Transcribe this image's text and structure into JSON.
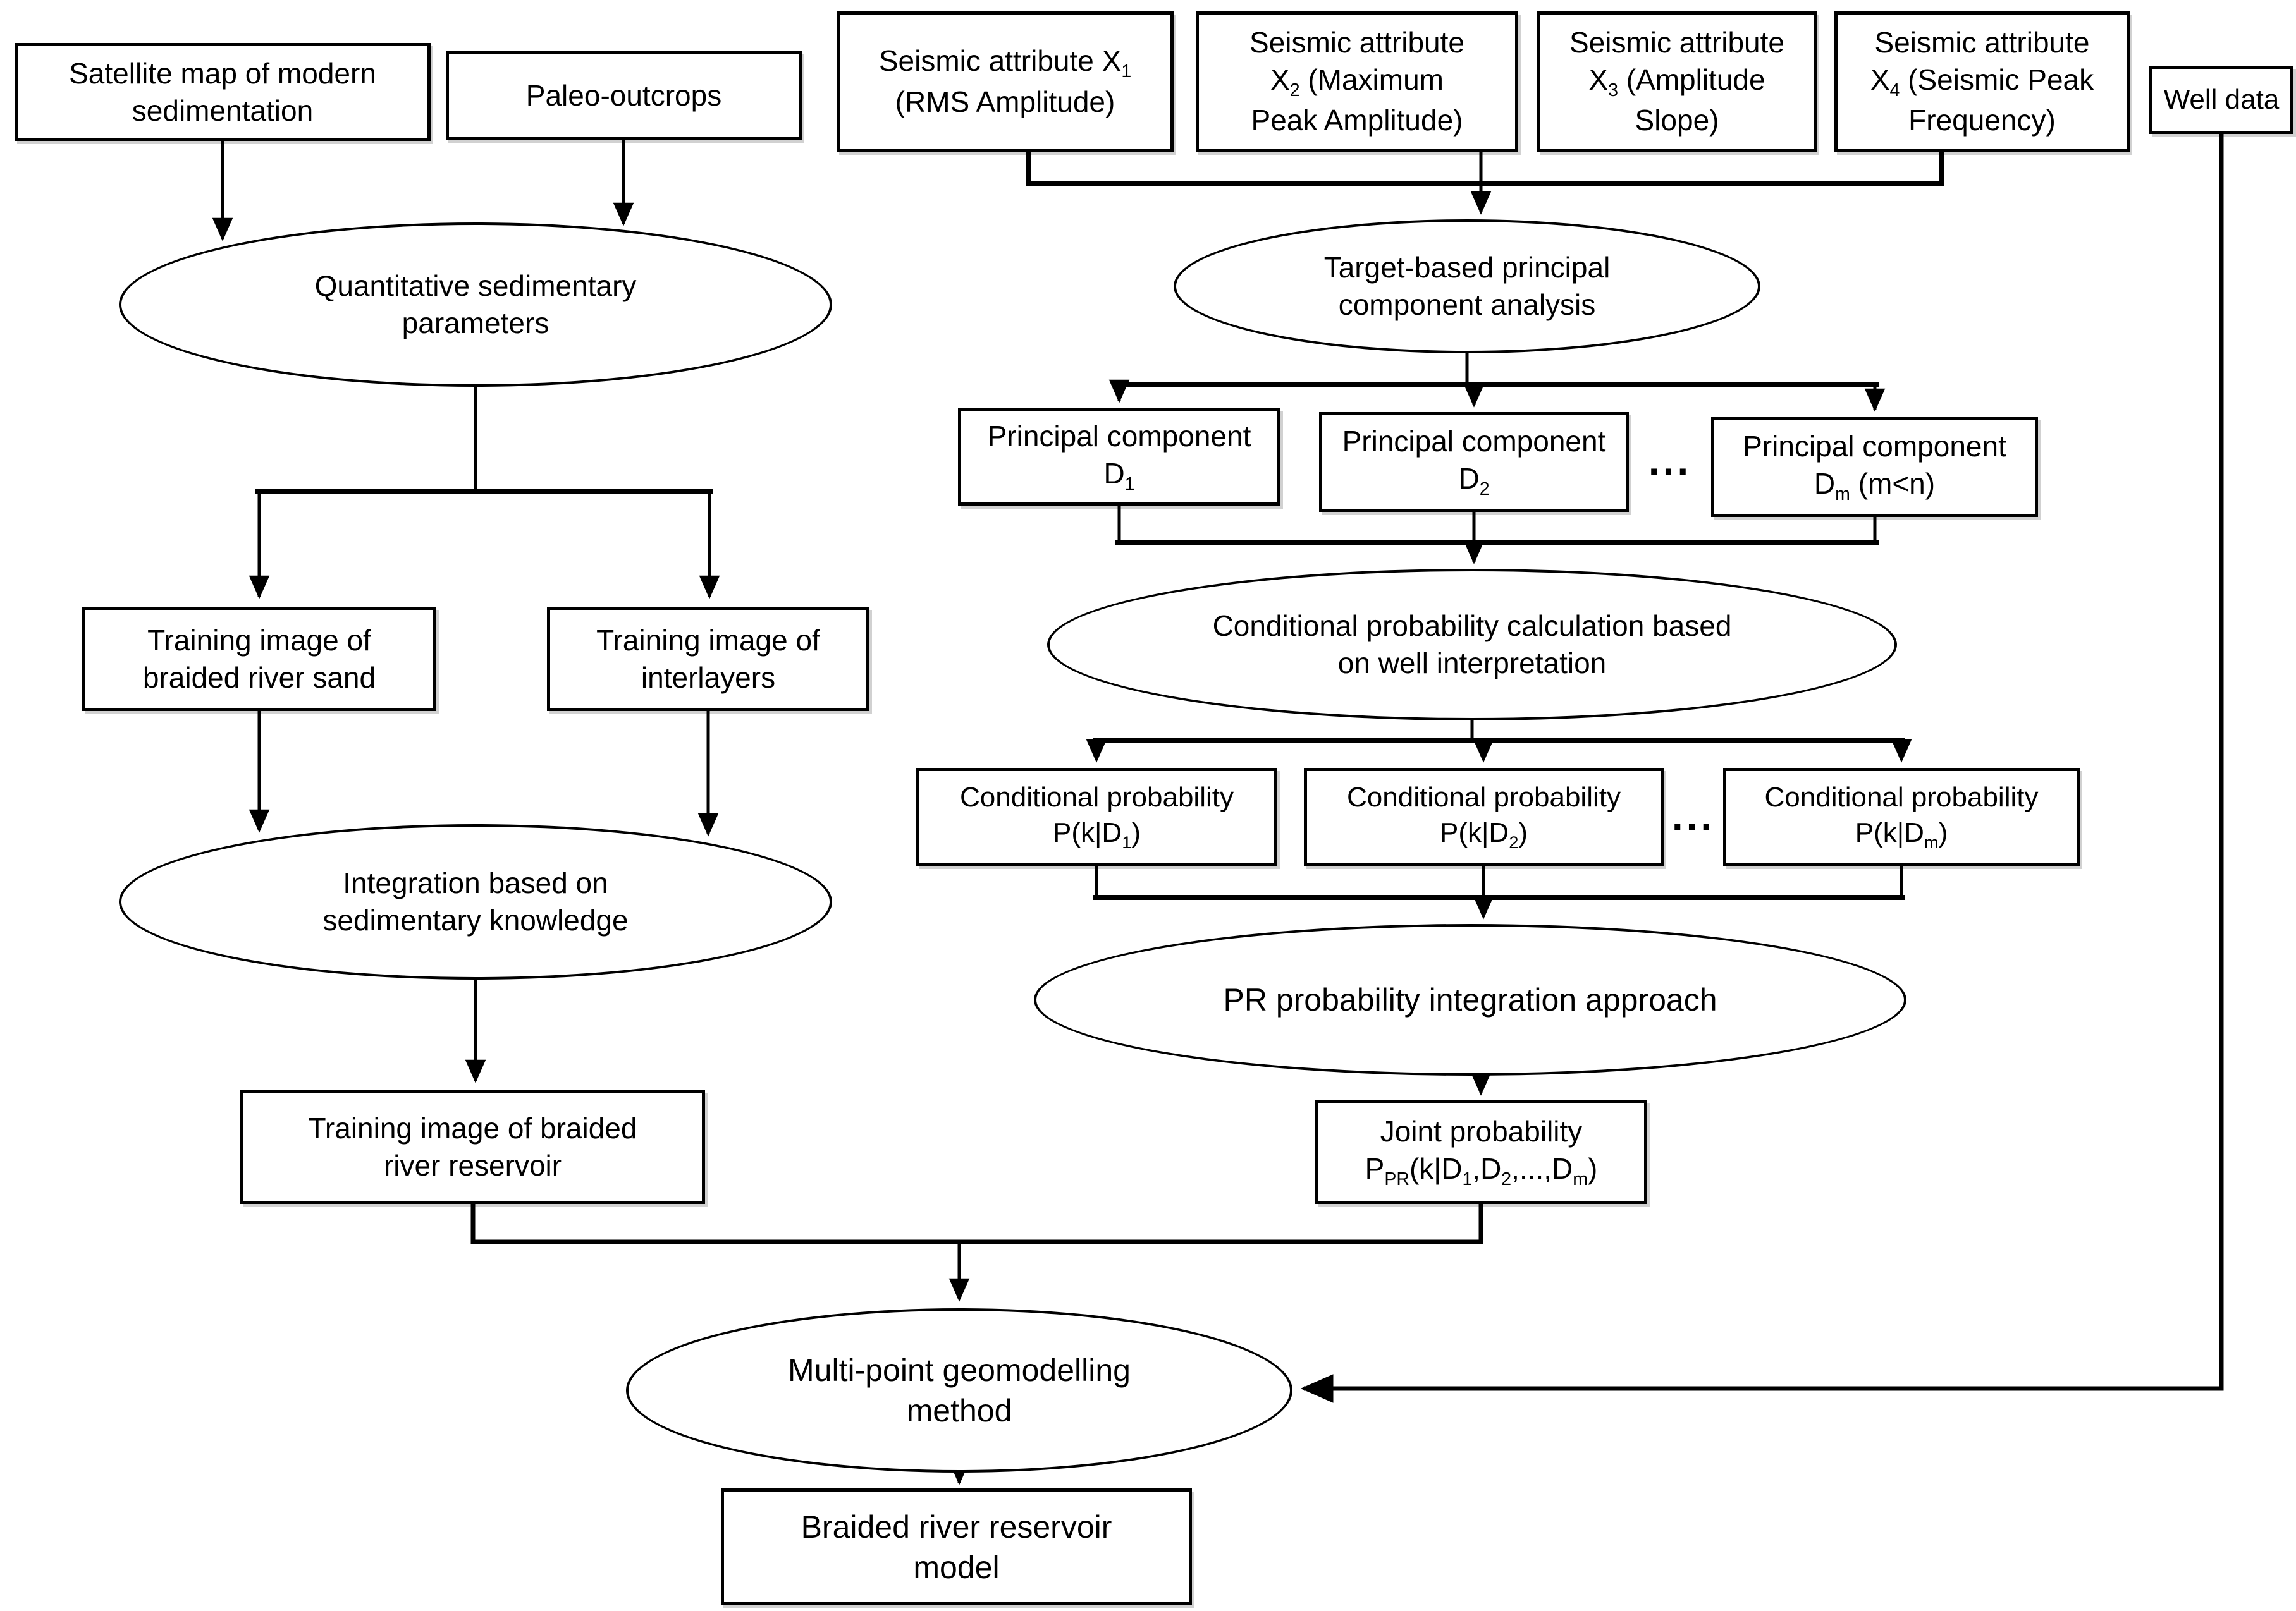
{
  "diagram": {
    "type": "flowchart",
    "background_color": "#ffffff",
    "ink_color": "#000000",
    "nodes": {
      "satellite": {
        "shape": "rect",
        "label": "Satellite map of modern sedimentation"
      },
      "paleo": {
        "shape": "rect",
        "label": "Paleo-outcrops"
      },
      "seismic1": {
        "shape": "rect",
        "label": "Seismic attribute X~1~ (RMS Amplitude)"
      },
      "seismic2": {
        "shape": "rect",
        "label": "Seismic attribute X~2~ (Maximum Peak Amplitude)"
      },
      "seismic3": {
        "shape": "rect",
        "label": "Seismic attribute X~3~ (Amplitude Slope)"
      },
      "seismic4": {
        "shape": "rect",
        "label": "Seismic attribute X~4~ (Seismic Peak Frequency)"
      },
      "well": {
        "shape": "rect",
        "label": "Well data"
      },
      "quant": {
        "shape": "ellipse",
        "label": "Quantitative sedimentary parameters"
      },
      "target": {
        "shape": "ellipse",
        "label": "Target-based principal component analysis"
      },
      "pc1": {
        "shape": "rect",
        "label": "Principal component D~1~"
      },
      "pc2": {
        "shape": "rect",
        "label": "Principal component D~2~"
      },
      "pcm": {
        "shape": "rect",
        "label": "Principal component D~m~ (m<n)"
      },
      "dots_pc": {
        "shape": "text",
        "label": "..."
      },
      "cond": {
        "shape": "ellipse",
        "label": "Conditional probability calculation based on well interpretation"
      },
      "cp1": {
        "shape": "rect",
        "label": "Conditional probability P(k|D~1~)"
      },
      "cp2": {
        "shape": "rect",
        "label": "Conditional probability P(k|D~2~)"
      },
      "cpm": {
        "shape": "rect",
        "label": "Conditional probability P(k|D~m~)"
      },
      "dots_cp": {
        "shape": "text",
        "label": "..."
      },
      "pr": {
        "shape": "ellipse",
        "label": "PR probability integration approach"
      },
      "joint": {
        "shape": "rect",
        "label": "Joint probability P~PR~(k|D~1~,D~2~,...,D~m~)"
      },
      "train_sand": {
        "shape": "rect",
        "label": "Training image of braided river sand"
      },
      "train_inter": {
        "shape": "rect",
        "label": "Training image of interlayers"
      },
      "integration": {
        "shape": "ellipse",
        "label": "Integration based on sedimentary knowledge"
      },
      "train_res": {
        "shape": "rect",
        "label": "Training image of braided river reservoir"
      },
      "multi": {
        "shape": "ellipse",
        "label": "Multi-point geomodelling method"
      },
      "model": {
        "shape": "rect",
        "label": "Braided river reservoir model"
      }
    },
    "edges": [
      "satellite -> quant",
      "paleo -> quant",
      "quant -> train_sand",
      "quant -> train_inter",
      "train_sand -> integration",
      "train_inter -> integration",
      "integration -> train_res",
      "train_res -> multi",
      "seismic1 -> target",
      "seismic2 -> target",
      "seismic3 -> target",
      "seismic4 -> target",
      "target -> pc1",
      "target -> pc2",
      "target -> pcm",
      "pc1 -> cond",
      "pc2 -> cond",
      "pcm -> cond",
      "cond -> cp1",
      "cond -> cp2",
      "cond -> cpm",
      "cp1 -> pr",
      "cp2 -> pr",
      "cpm -> pr",
      "pr -> joint",
      "joint -> multi",
      "well -> multi",
      "multi -> model"
    ]
  }
}
